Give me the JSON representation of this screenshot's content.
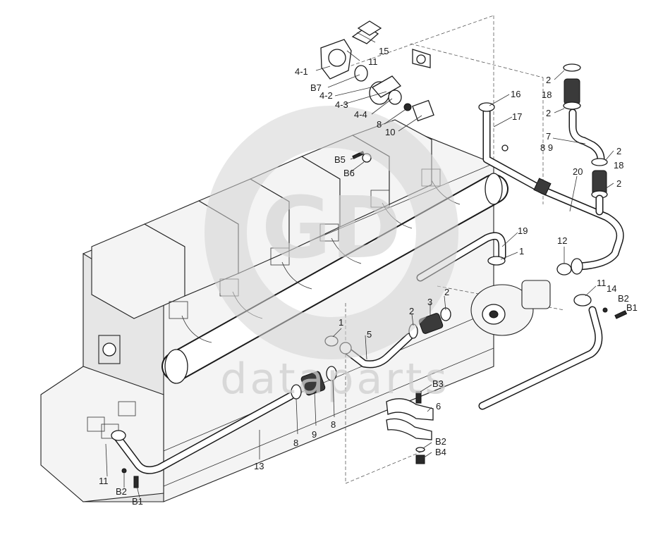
{
  "diagram": {
    "watermark": {
      "logo_letters": "GD",
      "text": "dataparts"
    },
    "callouts": [
      {
        "id": "c-15",
        "text": "15"
      },
      {
        "id": "c-11-top",
        "text": "11"
      },
      {
        "id": "c-4-1",
        "text": "4-1"
      },
      {
        "id": "c-b7",
        "text": "B7"
      },
      {
        "id": "c-4-2",
        "text": "4-2"
      },
      {
        "id": "c-4-3",
        "text": "4-3"
      },
      {
        "id": "c-4-4",
        "text": "4-4"
      },
      {
        "id": "c-8-top",
        "text": "8"
      },
      {
        "id": "c-10",
        "text": "10"
      },
      {
        "id": "c-b5",
        "text": "B5"
      },
      {
        "id": "c-b6",
        "text": "B6"
      },
      {
        "id": "c-16",
        "text": "16"
      },
      {
        "id": "c-17",
        "text": "17"
      },
      {
        "id": "c-2-a",
        "text": "2"
      },
      {
        "id": "c-18-a",
        "text": "18"
      },
      {
        "id": "c-2-b",
        "text": "2"
      },
      {
        "id": "c-7",
        "text": "7"
      },
      {
        "id": "c-89",
        "text": "8 9"
      },
      {
        "id": "c-2-c",
        "text": "2"
      },
      {
        "id": "c-18-b",
        "text": "18"
      },
      {
        "id": "c-20",
        "text": "20"
      },
      {
        "id": "c-2-d",
        "text": "2"
      },
      {
        "id": "c-19",
        "text": "19"
      },
      {
        "id": "c-1-right",
        "text": "1"
      },
      {
        "id": "c-12",
        "text": "12"
      },
      {
        "id": "c-11-right",
        "text": "11"
      },
      {
        "id": "c-14",
        "text": "14"
      },
      {
        "id": "c-b2-right",
        "text": "B2"
      },
      {
        "id": "c-b1-right",
        "text": "B1"
      },
      {
        "id": "c-2-e",
        "text": "2"
      },
      {
        "id": "c-3",
        "text": "3"
      },
      {
        "id": "c-2-f",
        "text": "2"
      },
      {
        "id": "c-1-mid",
        "text": "1"
      },
      {
        "id": "c-5",
        "text": "5"
      },
      {
        "id": "c-b3",
        "text": "B3"
      },
      {
        "id": "c-6",
        "text": "6"
      },
      {
        "id": "c-b2-mid",
        "text": "B2"
      },
      {
        "id": "c-b4",
        "text": "B4"
      },
      {
        "id": "c-8-left",
        "text": "8"
      },
      {
        "id": "c-9",
        "text": "9"
      },
      {
        "id": "c-8-right",
        "text": "8"
      },
      {
        "id": "c-13",
        "text": "13"
      },
      {
        "id": "c-11-left",
        "text": "11"
      },
      {
        "id": "c-b2-left",
        "text": "B2"
      },
      {
        "id": "c-b1-left",
        "text": "B1"
      }
    ]
  }
}
